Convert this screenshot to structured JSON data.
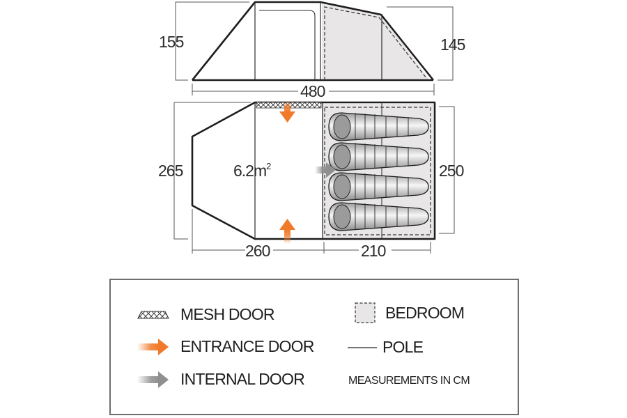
{
  "diagram": {
    "type": "tent floor plan and elevation",
    "elevation": {
      "dimensions": {
        "left_height": "155",
        "right_height": "145",
        "overall_length": "480"
      }
    },
    "floor_plan": {
      "dimensions": {
        "left_width": "265",
        "right_width": "250",
        "living_length": "260",
        "bedroom_length": "210"
      },
      "living_area": {
        "value": "6.2m",
        "superscript": "2"
      },
      "sleeping_bags": 4
    },
    "colors": {
      "outline": "#1e1e1e",
      "dimension_line": "#555555",
      "bedroom_fill": "#e8e6e6",
      "entrance_arrow": "#f07a2a",
      "internal_arrow": "#8f8f8f",
      "legend_border": "#6e6e6e"
    }
  },
  "legend": {
    "items": [
      {
        "icon": "mesh-door-icon",
        "label": "MESH DOOR"
      },
      {
        "icon": "entrance-arrow-icon",
        "label": "ENTRANCE DOOR"
      },
      {
        "icon": "internal-arrow-icon",
        "label": "INTERNAL DOOR"
      },
      {
        "icon": "bedroom-swatch-icon",
        "label": "BEDROOM"
      },
      {
        "icon": "pole-line-icon",
        "label": "POLE"
      }
    ],
    "note": "MEASUREMENTS IN CM"
  }
}
